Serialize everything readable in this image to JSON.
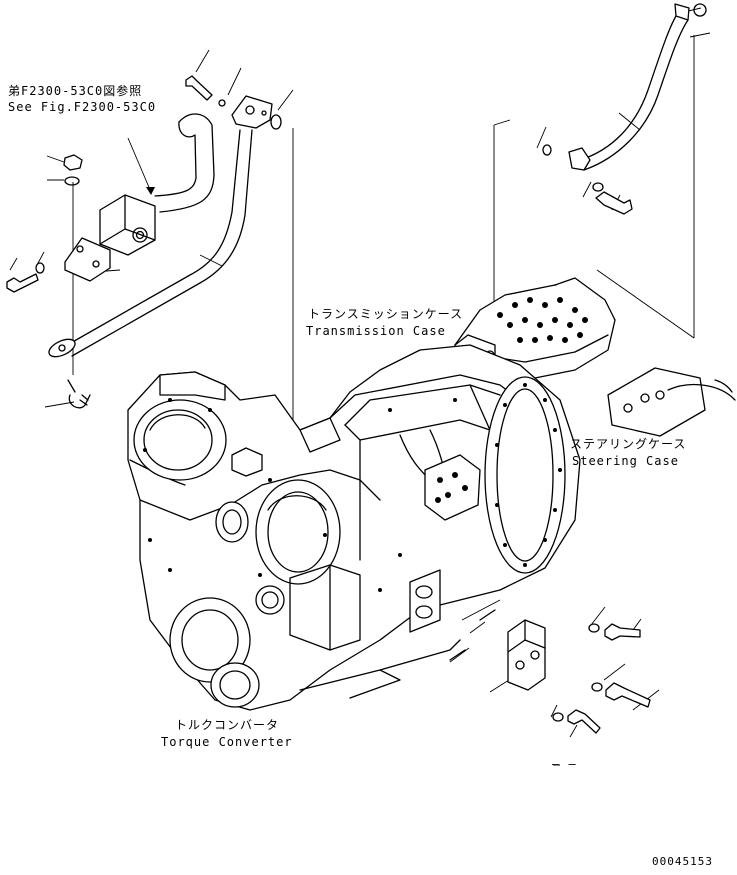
{
  "labels": {
    "ref_jp": "弟F2300-53C0図参照",
    "ref_en": "See Fig.F2300-53C0",
    "transmission_jp": "トランスミッションケース",
    "transmission_en": "Transmission Case",
    "steering_jp": "ステアリングケース",
    "steering_en": "Steering Case",
    "torque_jp": "トルクコンバータ",
    "torque_en": "Torque Converter",
    "dash_mark": "– –",
    "drawing_number": "00045153"
  }
}
